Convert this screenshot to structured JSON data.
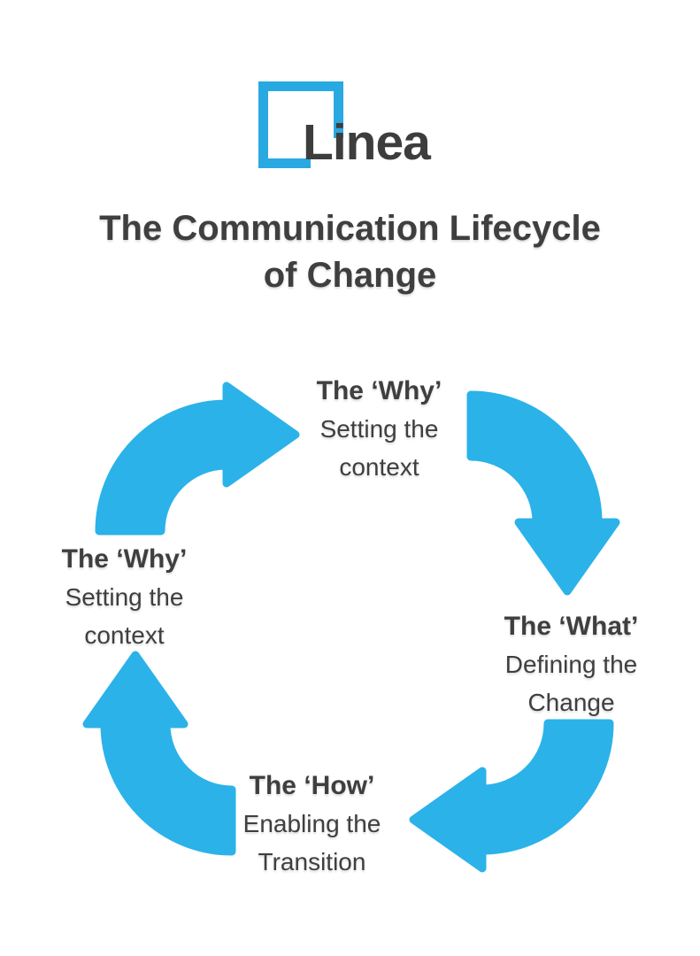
{
  "page": {
    "background": "#ffffff"
  },
  "logo": {
    "wordmark": "Linea",
    "square_color": "#29a9e1",
    "wordmark_color": "#3d3d3d"
  },
  "title": {
    "line1": "The Communication Lifecycle",
    "line2": "of Change",
    "color": "#3f3f3f"
  },
  "cycle": {
    "arrow_color": "#2bb2e9",
    "text_color": "#3f3f3f",
    "steps": [
      {
        "position": "top",
        "heading": "The ‘Why’",
        "body": "Setting the context"
      },
      {
        "position": "right",
        "heading": "The ‘What’",
        "body": "Defining the Change"
      },
      {
        "position": "bottom",
        "heading": "The ‘How’",
        "body": "Enabling the Transition"
      },
      {
        "position": "left",
        "heading": "The ‘Why’",
        "body": "Setting the context"
      }
    ]
  }
}
